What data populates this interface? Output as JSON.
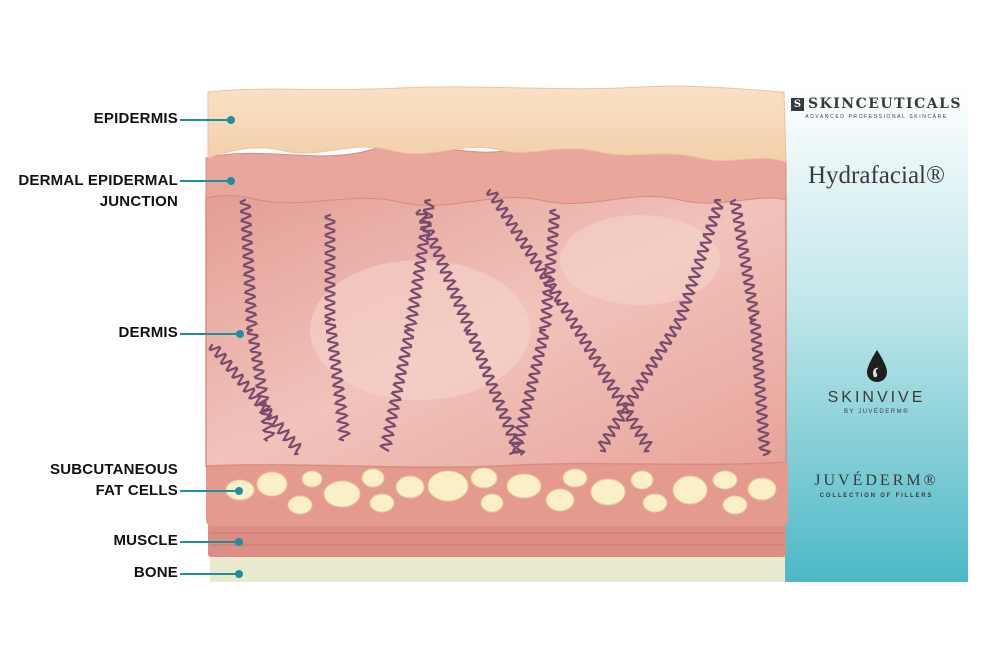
{
  "layers": {
    "epidermis": "EPIDERMIS",
    "dej_line1": "DERMAL EPIDERMAL",
    "dej_line2": "JUNCTION",
    "dermis": "DERMIS",
    "fat_line1": "SUBCUTANEOUS",
    "fat_line2": "FAT CELLS",
    "muscle": "MUSCLE",
    "bone": "BONE"
  },
  "brands": {
    "skinceuticals_name": "SKINCEUTICALS",
    "skinceuticals_tagline": "ADVANCED PROFESSIONAL SKINCARE",
    "hydrafacial": "Hydrafacial®",
    "skinvive_name": "SKINVIVE",
    "skinvive_tagline": "BY JUVÉDERM®",
    "juvederm_name": "JUVÉDERM®",
    "juvederm_tagline": "COLLECTION OF FILLERS"
  },
  "colors": {
    "leader": "#1f8fa0",
    "epidermis": "#f6d4b2",
    "dermis": "#e6a29a",
    "fat_cell": "#fbefc7",
    "muscle": "#dc8e84",
    "bone": "#eaeacf",
    "fibers": "#7a4b6c",
    "panel_top": "#ffffff",
    "panel_bottom": "#4db8c6"
  },
  "icons": {
    "skinceuticals_logo": "s-monogram-icon",
    "skinvive_logo": "droplet-icon"
  }
}
